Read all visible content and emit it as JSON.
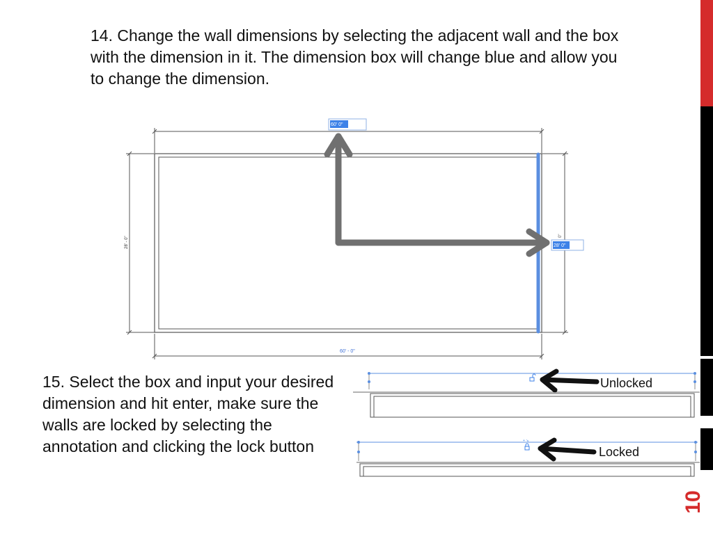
{
  "instructions": {
    "step14": "14. Change the wall dimensions by selecting the adjacent wall and the box with the dimension in it. The dimension box will change blue and allow you to change the dimension.",
    "step15": "15. Select the box and input your desired dimension and hit enter, make sure the walls are locked by selecting the annotation and clicking the lock button"
  },
  "diagram": {
    "top_dimension_value": "60'  0\"",
    "right_dimension_value": "28'  0\"",
    "bottom_dimension_label": "60' - 0\"",
    "left_dimension_label": "28' - 0\"",
    "right_vertical_label": "0\""
  },
  "callouts": {
    "unlocked": "Unlocked",
    "locked": "Locked"
  },
  "page_number": "10",
  "colors": {
    "accent_red": "#d52b2b",
    "selection_blue": "#5b8fe0",
    "arrow_gray": "#707070"
  }
}
